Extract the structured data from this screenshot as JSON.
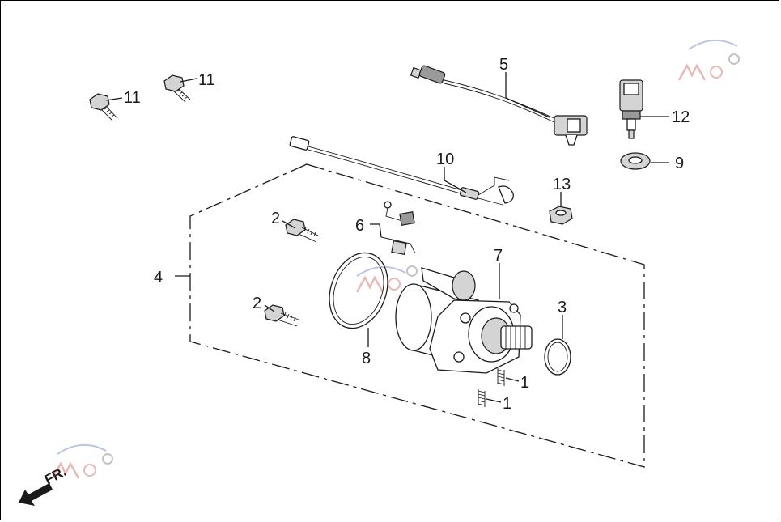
{
  "callouts": {
    "c1a": "1",
    "c1b": "1",
    "c2a": "2",
    "c2b": "2",
    "c3": "3",
    "c4": "4",
    "c5": "5",
    "c6": "6",
    "c7": "7",
    "c8": "8",
    "c9": "9",
    "c10": "10",
    "c11a": "11",
    "c11b": "11",
    "c12": "12",
    "c13": "13"
  },
  "direction": {
    "label": "FR."
  },
  "colors": {
    "line": "#1a1a1a",
    "fill_dark": "#9a9a9a",
    "fill_mid": "#d4d4d4",
    "watermark": "#c0392b"
  }
}
